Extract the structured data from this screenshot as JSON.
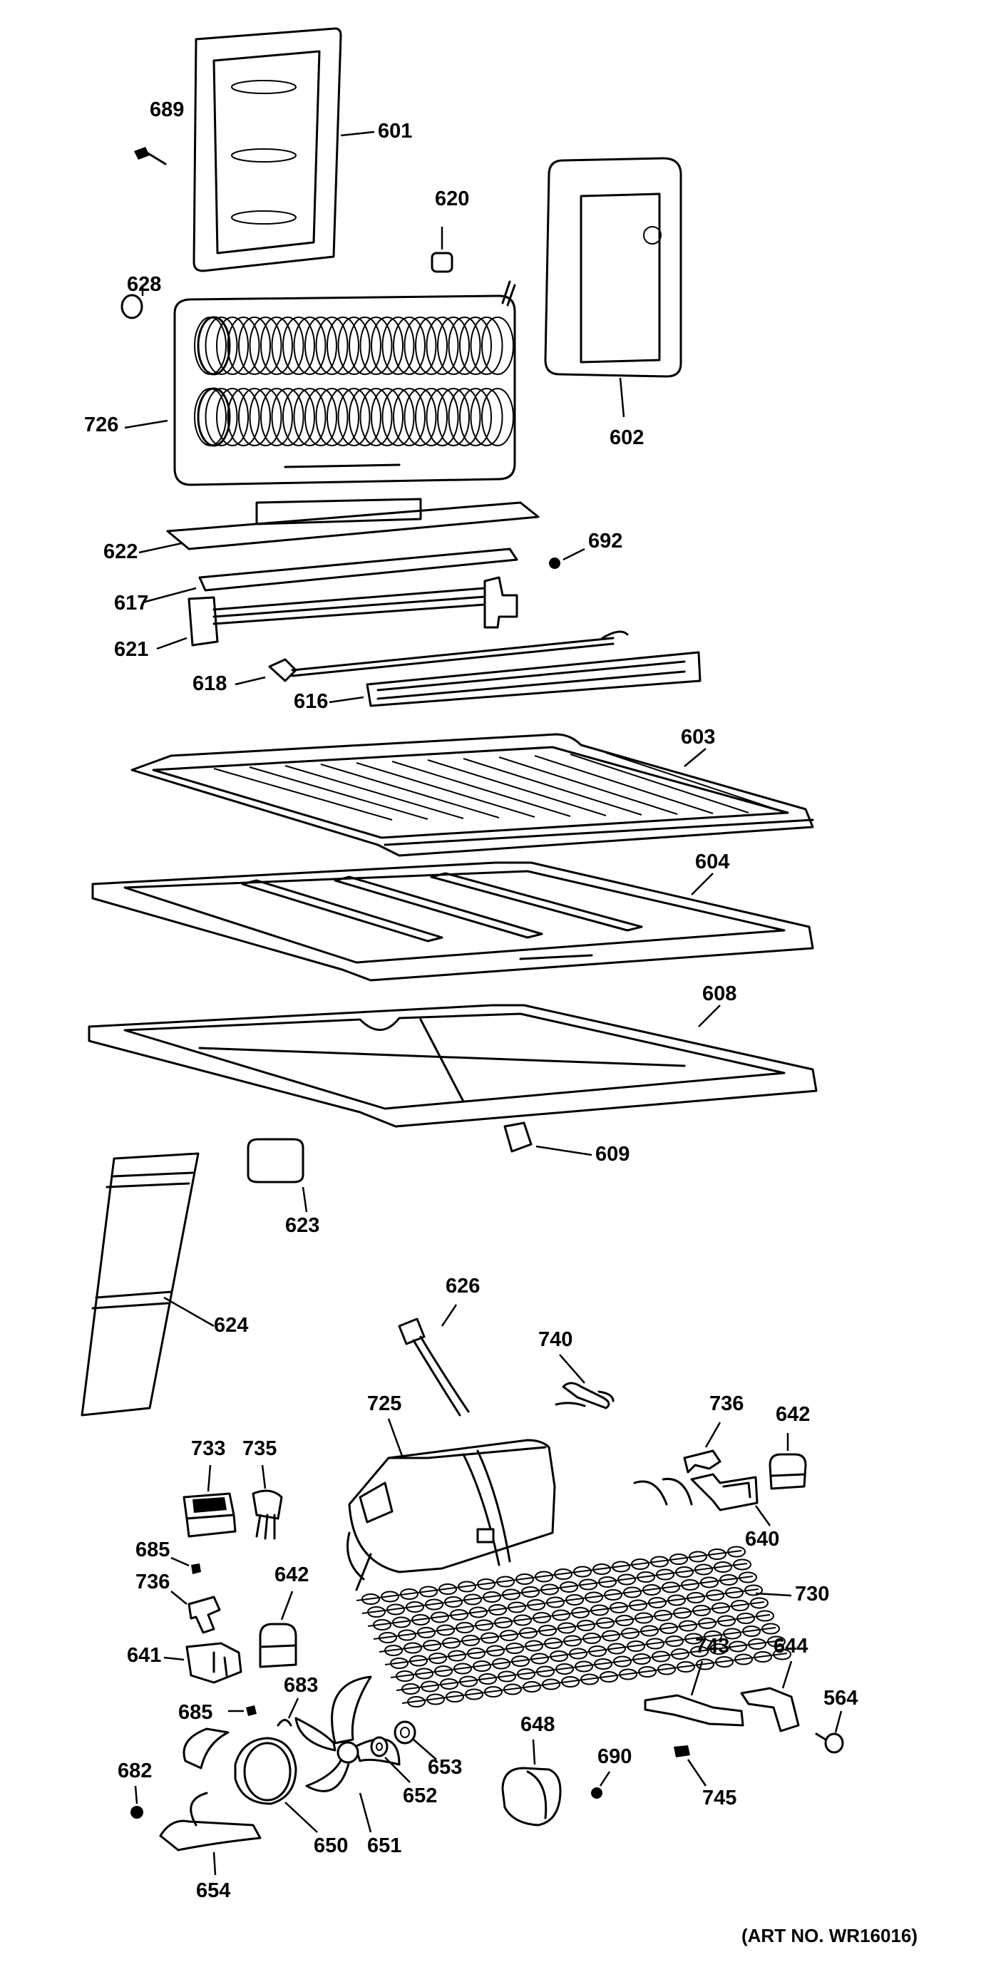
{
  "diagram": {
    "art_number": "(ART NO. WR16016)",
    "parts": [
      {
        "id": "p601",
        "label": "601"
      },
      {
        "id": "p689",
        "label": "689"
      },
      {
        "id": "p620",
        "label": "620"
      },
      {
        "id": "p628",
        "label": "628"
      },
      {
        "id": "p726",
        "label": "726"
      },
      {
        "id": "p602",
        "label": "602"
      },
      {
        "id": "p622",
        "label": "622"
      },
      {
        "id": "p692",
        "label": "692"
      },
      {
        "id": "p617",
        "label": "617"
      },
      {
        "id": "p621",
        "label": "621"
      },
      {
        "id": "p618",
        "label": "618"
      },
      {
        "id": "p616",
        "label": "616"
      },
      {
        "id": "p603",
        "label": "603"
      },
      {
        "id": "p604",
        "label": "604"
      },
      {
        "id": "p608",
        "label": "608"
      },
      {
        "id": "p609",
        "label": "609"
      },
      {
        "id": "p623",
        "label": "623"
      },
      {
        "id": "p624",
        "label": "624"
      },
      {
        "id": "p626",
        "label": "626"
      },
      {
        "id": "p740",
        "label": "740"
      },
      {
        "id": "p725",
        "label": "725"
      },
      {
        "id": "p736a",
        "label": "736"
      },
      {
        "id": "p642a",
        "label": "642"
      },
      {
        "id": "p733",
        "label": "733"
      },
      {
        "id": "p735",
        "label": "735"
      },
      {
        "id": "p640",
        "label": "640"
      },
      {
        "id": "p685a",
        "label": "685"
      },
      {
        "id": "p736b",
        "label": "736"
      },
      {
        "id": "p642b",
        "label": "642"
      },
      {
        "id": "p730",
        "label": "730"
      },
      {
        "id": "p641",
        "label": "641"
      },
      {
        "id": "p743",
        "label": "743"
      },
      {
        "id": "p644",
        "label": "644"
      },
      {
        "id": "p683",
        "label": "683"
      },
      {
        "id": "p685b",
        "label": "685"
      },
      {
        "id": "p564",
        "label": "564"
      },
      {
        "id": "p648",
        "label": "648"
      },
      {
        "id": "p690",
        "label": "690"
      },
      {
        "id": "p653",
        "label": "653"
      },
      {
        "id": "p682",
        "label": "682"
      },
      {
        "id": "p652",
        "label": "652"
      },
      {
        "id": "p745",
        "label": "745"
      },
      {
        "id": "p650",
        "label": "650"
      },
      {
        "id": "p651",
        "label": "651"
      },
      {
        "id": "p654",
        "label": "654"
      }
    ]
  }
}
